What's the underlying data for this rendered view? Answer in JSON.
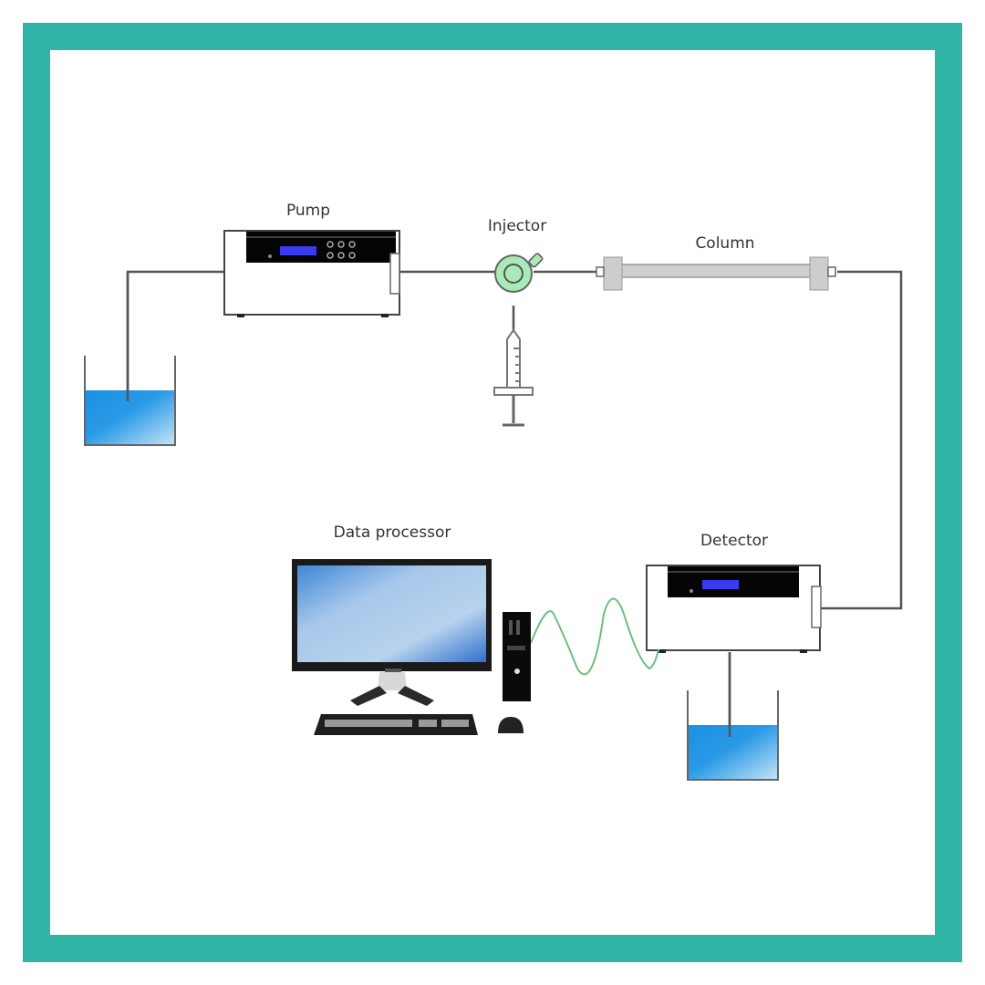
{
  "diagram": {
    "title": "HPLC system schematic",
    "frame_color": "#2fb4a6",
    "components": {
      "pump": {
        "label": "Pump"
      },
      "injector": {
        "label": "Injector"
      },
      "column": {
        "label": "Column"
      },
      "detector": {
        "label": "Detector"
      },
      "data_processor": {
        "label": "Data processor"
      },
      "solvent_reservoir": {
        "label": ""
      },
      "waste_reservoir": {
        "label": ""
      },
      "syringe": {
        "label": ""
      }
    },
    "flow": [
      "solvent_reservoir",
      "pump",
      "injector",
      "column",
      "detector",
      "waste_reservoir"
    ],
    "signal_link": [
      "detector",
      "data_processor"
    ],
    "colors": {
      "tubing": "#555555",
      "liquid": "#1e90e0",
      "injector": "#a8eab8",
      "signal_cable": "#6bbf7a",
      "display": "#3a3af0",
      "column": "#c8c8c8"
    }
  }
}
